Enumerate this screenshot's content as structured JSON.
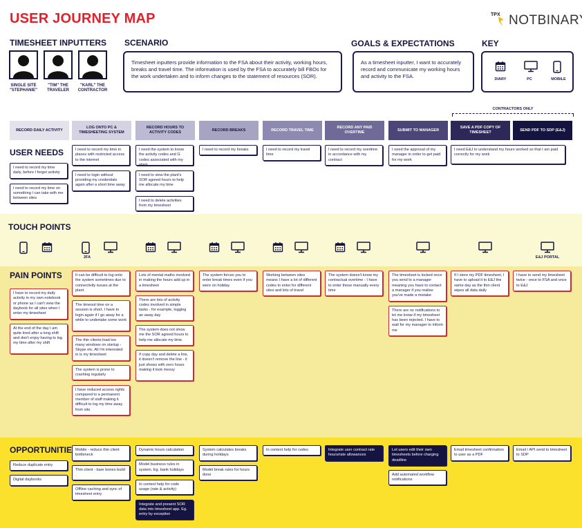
{
  "header": {
    "title": "USER JOURNEY MAP",
    "logo_prefix": "TPX",
    "logo_name": "NOTBINARY"
  },
  "personas": {
    "heading": "TIMESHEET INPUTTERS",
    "items": [
      {
        "label_1": "SINGLE SITE",
        "label_2": "\"STEPHANIE\""
      },
      {
        "label_1": "\"TIM\" THE",
        "label_2": "TRAVELER"
      },
      {
        "label_1": "\"KARL\" THE",
        "label_2": "CONTRACTOR"
      }
    ]
  },
  "scenario": {
    "heading": "SCENARIO",
    "text": "Timesheet inputters provide information to the FSA about their activity, working hours, breaks and travel time. The information is used by the FSA to accurately bill FBOs for the work undertaken and to inform changes to the statement of resources (SOR)."
  },
  "goals": {
    "heading": "GOALS & EXPECTATIONS",
    "text": "As a timesheet inputter, I want to accurately record and communicate my working hours and activity to the FSA."
  },
  "key": {
    "heading": "KEY",
    "items": [
      "DIARY",
      "PC",
      "MOBILE"
    ]
  },
  "contractors_only": "CONTRACTORS ONLY",
  "stages": [
    {
      "label": "RECORD DAILY ACTIVITY",
      "color": "#e4e3ec",
      "text_color": "#15133f"
    },
    {
      "label": "LOG ONTO PC & TIMESHEETING SYSTEM",
      "color": "#d4d2e3",
      "text_color": "#15133f"
    },
    {
      "label": "RECORD HOURS TO ACTIVITY CODES",
      "color": "#bcb9d2",
      "text_color": "#15133f"
    },
    {
      "label": "RECORD BREAKS",
      "color": "#a7a3c2",
      "text_color": "#15133f"
    },
    {
      "label": "RECORD TRAVEL TIME",
      "color": "#8e89b0",
      "text_color": "#ffffff"
    },
    {
      "label": "RECORD ANY PAID OVERTIME",
      "color": "#6f6a97",
      "text_color": "#ffffff"
    },
    {
      "label": "SUBMIT TO MANAGER",
      "color": "#4b4677",
      "text_color": "#ffffff"
    },
    {
      "label": "SAVE A PDF COPY OF TIMESHEET",
      "color": "#2d2858",
      "text_color": "#ffffff"
    },
    {
      "label": "SEND PDF TO SDP (E&J)",
      "color": "#15133f",
      "text_color": "#ffffff"
    }
  ],
  "user_needs": {
    "heading": "USER NEEDS",
    "columns": [
      [
        "I need to record my time daily, before I forget activity",
        "I need to record my time on something I can take with me between sites"
      ],
      [
        "I need to record my time in places with restricted access to the internet",
        "I need to login without providing my credentials again after a short time away"
      ],
      [
        "I need the system to know the activity codes and G codes associated with my plant",
        "I need to view the plant's SOR agreed hours to help me allocate my time",
        "I need to delete activities from my timesheet"
      ],
      [
        "I need to record my breaks"
      ],
      [
        "I need to record my travel time"
      ],
      [
        "I need to record my overtime in accordance with my contract"
      ],
      [
        "I need the approval of my manager in order to get paid for my work"
      ],
      [
        "I need E&J to understand my hours worked so that I am paid correctly for my work"
      ],
      []
    ]
  },
  "touch_points": {
    "heading": "TOUCH POINTS",
    "columns": [
      {
        "icons": [
          "mobile",
          "diary"
        ],
        "label": ""
      },
      {
        "icons": [
          "mobile",
          "pc"
        ],
        "label": "2FA"
      },
      {
        "icons": [
          "diary",
          "pc"
        ],
        "label": ""
      },
      {
        "icons": [
          "diary",
          "pc"
        ],
        "label": ""
      },
      {
        "icons": [
          "diary",
          "pc"
        ],
        "label": ""
      },
      {
        "icons": [
          "diary",
          "pc"
        ],
        "label": ""
      },
      {
        "icons": [
          "pc"
        ],
        "label": ""
      },
      {
        "icons": [
          "pc"
        ],
        "label": ""
      },
      {
        "icons": [
          "pc"
        ],
        "label": "E&J PORTAL"
      }
    ]
  },
  "pain_points": {
    "heading": "PAIN POINTS",
    "columns": [
      [
        "I have to record my daily activity in my own notebook or phone as I can't view the daybook for all sites when I enter my timesheet",
        "At the end of the day I am quite tired after a long shift and don't enjoy having to log my time after my shift"
      ],
      [
        "It can be difficult to log onto the system sometimes due to connectivity issues at the plant",
        "The timeout time on a session is short. I have to login again if I go away for a while to undertake some work",
        "The thin clients load too many windows on startup - Skype etc. All I'm interested in is my timesheet",
        "The system is prone to crashing regularly",
        "I have reduced access rights compared to a permanent member of staff making it difficult to log my time away from site"
      ],
      [
        "Lots of mental maths involved in making the hours add up in a timesheet",
        "There are lots of activity codes involved in simple tasks - for example, logging an away day",
        "The system does not show me the SOR agreed hours to help me allocate my time.",
        "If copy day and delete a line, it doesn't remove the line - it just shows with zero hours making it look messy"
      ],
      [
        "The system forces you to enter break times even if you were on holiday"
      ],
      [
        "Working between sites means I have a lot of different codes to enter for different sites and lots of travel"
      ],
      [
        "The system doesn't know my contractual overtime - I have to enter these manually every time"
      ],
      [
        "The timesheet is locked once you send to a manager meaning you have to contact a manager if you realise you've made a mistake",
        "There are no notifications to let me know if my timesheet has been rejected. I have to wait for my manager to inform me"
      ],
      [
        "If I store my PDF timesheet, I have to upload it to E&J the same day as the thin client wipes all data daily"
      ],
      [
        "I have to send my timesheet twice - once to FSA and once to E&J"
      ]
    ]
  },
  "opportunities": {
    "heading": "OPPORTUNITIES",
    "columns": [
      [
        {
          "text": "Reduce duplicate entry",
          "dark": false
        },
        {
          "text": "Digital daybooks",
          "dark": false
        }
      ],
      [
        {
          "text": "Mobile - reduce thin client bottleneck",
          "dark": false
        },
        {
          "text": "Thin client - bare bones build",
          "dark": false
        },
        {
          "text": "Offline caching and sync of timesheet entry",
          "dark": false
        }
      ],
      [
        {
          "text": "Dynamic hours calculation",
          "dark": false
        },
        {
          "text": "Model business rules in system. Eg. bank holidays",
          "dark": false
        },
        {
          "text": "In context help for code usage (rate & activity)",
          "dark": false
        },
        {
          "text": "Integrate and present SOR data into timesheet app. Eg. entry by exception",
          "dark": true
        }
      ],
      [
        {
          "text": "System calculates breaks during holidays",
          "dark": false
        },
        {
          "text": "Model break rules for hours done",
          "dark": false
        }
      ],
      [
        {
          "text": "In context help for codes",
          "dark": false
        }
      ],
      [
        {
          "text": "Integrate user contract rate hours/rate allowances",
          "dark": true
        }
      ],
      [
        {
          "text": "Let users edit their own timesheets before charging deadline",
          "dark": true
        },
        {
          "text": "Add automated workflow notifications",
          "dark": false
        }
      ],
      [
        {
          "text": "Email timesheet confirmation to user as a PDF",
          "dark": false
        }
      ],
      [
        {
          "text": "Email / API send to timesheet to SDP",
          "dark": false
        }
      ]
    ]
  }
}
